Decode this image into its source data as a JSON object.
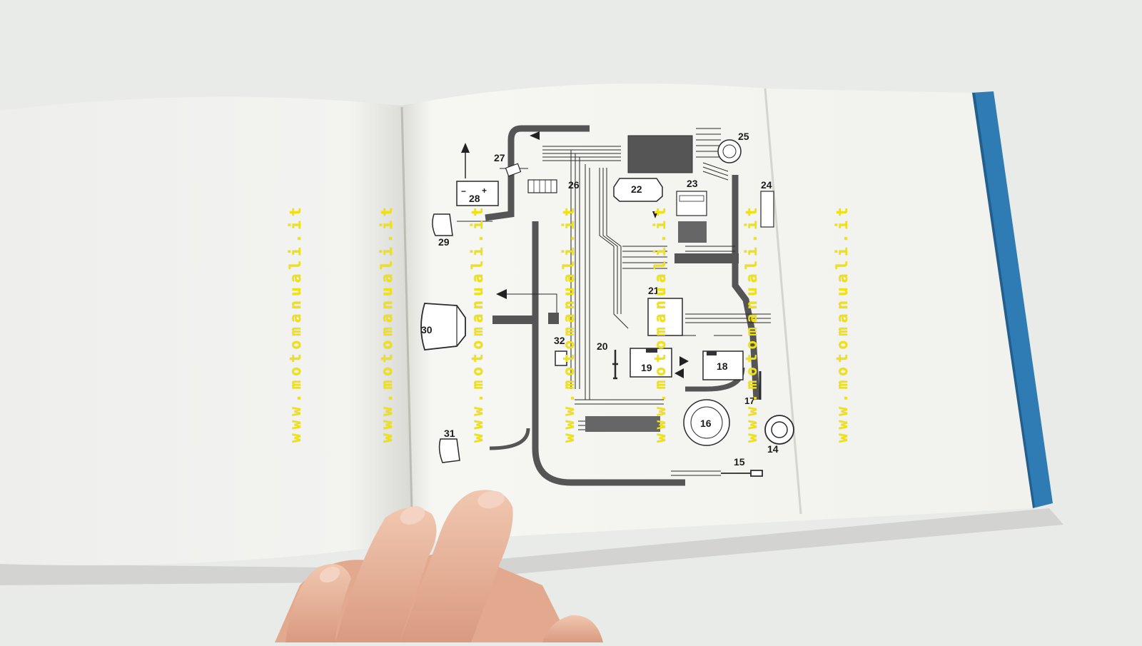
{
  "diagram": {
    "component_numbers": [
      "14",
      "15",
      "16",
      "17",
      "18",
      "19",
      "20",
      "21",
      "22",
      "23",
      "24",
      "25",
      "26",
      "27",
      "28",
      "29",
      "30",
      "31",
      "32"
    ],
    "battery_signs": [
      "−",
      "+"
    ]
  },
  "watermark": {
    "text": "www.motomanuali.it",
    "color": "#f1e20a"
  },
  "colors": {
    "background": "#e9ebe8",
    "page": "#f4f4f1",
    "spine": "#2f7cb4",
    "ink": "#1d1d1d"
  }
}
